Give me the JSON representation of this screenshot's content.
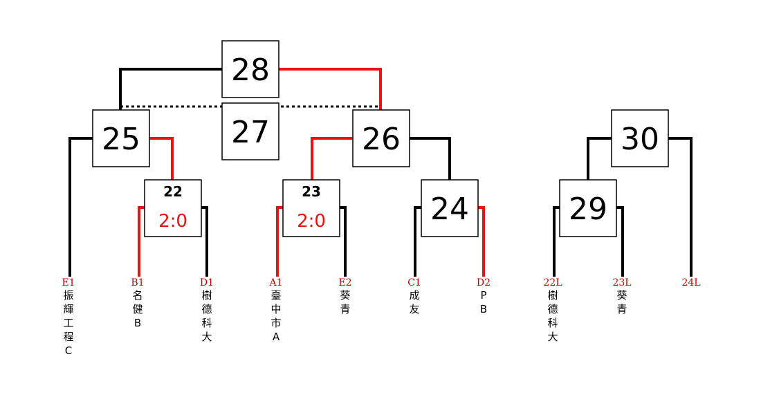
{
  "colors": {
    "winner": "#ee1111",
    "line": "#000000",
    "box_border": "#000000",
    "seed_label": "#cc0000"
  },
  "matches": [
    {
      "id": "28",
      "label": "28",
      "score": ""
    },
    {
      "id": "27",
      "label": "27",
      "score": ""
    },
    {
      "id": "25",
      "label": "25",
      "score": ""
    },
    {
      "id": "26",
      "label": "26",
      "score": ""
    },
    {
      "id": "30",
      "label": "30",
      "score": ""
    },
    {
      "id": "22",
      "label": "22",
      "score": "2:0"
    },
    {
      "id": "23",
      "label": "23",
      "score": "2:0"
    },
    {
      "id": "24",
      "label": "24",
      "score": ""
    },
    {
      "id": "29",
      "label": "29",
      "score": ""
    }
  ],
  "slots": [
    {
      "seed": "E1",
      "team": "振輝工程C"
    },
    {
      "seed": "B1",
      "team": "名健B"
    },
    {
      "seed": "D1",
      "team": "樹德科大"
    },
    {
      "seed": "A1",
      "team": "臺中市A"
    },
    {
      "seed": "E2",
      "team": "葵青"
    },
    {
      "seed": "C1",
      "team": "成友"
    },
    {
      "seed": "D2",
      "team": "PB"
    },
    {
      "seed": "22L",
      "team": "樹德科大"
    },
    {
      "seed": "23L",
      "team": "葵青"
    },
    {
      "seed": "24L",
      "team": ""
    }
  ]
}
